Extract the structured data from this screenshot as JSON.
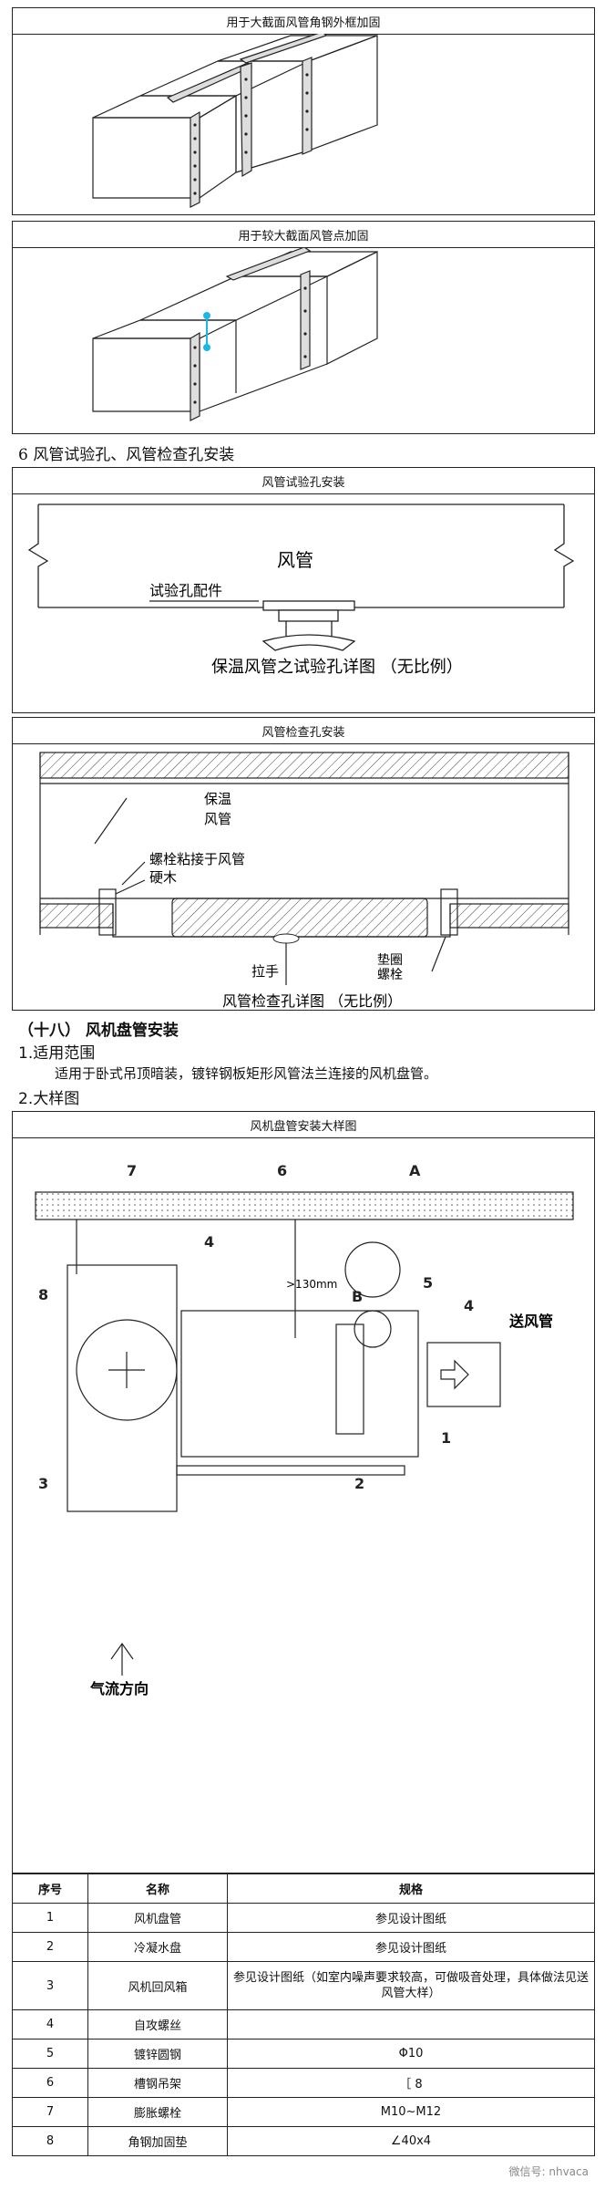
{
  "panel1": {
    "title": "用于大截面风管角钢外框加固"
  },
  "panel2": {
    "title": "用于较大截面风管点加固"
  },
  "section6": {
    "heading": "6 风管试验孔、风管检查孔安装"
  },
  "panel3": {
    "title": "风管试验孔安装",
    "duct_label": "风管",
    "fitting_label": "试验孔配件",
    "caption": "保温风管之试验孔详图  （无比例）"
  },
  "panel4": {
    "title": "风管检查孔安装",
    "insulation_label": "保温",
    "duct_label": "风管",
    "bolt_label": "螺栓粘接于风管",
    "hardwood_label": "硬木",
    "handle_label": "拉手",
    "gasket_label": "垫圈",
    "screw_label": "螺栓",
    "caption": "风管检查孔详图  （无比例）"
  },
  "section18": {
    "heading": "（十八）    风机盘管安装",
    "sub1": "1.适用范围",
    "body": "适用于卧式吊顶暗装，镀锌钢板矩形风管法兰连接的风机盘管。",
    "sub2": "2.大样图"
  },
  "panel5": {
    "title": "风机盘管安装大样图",
    "callouts": [
      "7",
      "6",
      "A",
      "4",
      "5",
      "B",
      "4",
      "8",
      "3",
      "1",
      "2"
    ],
    "dim_label": ">130mm",
    "supply_label": "送风管",
    "airflow_label": "气流方向"
  },
  "table": {
    "headers": [
      "序号",
      "名称",
      "规格"
    ],
    "rows": [
      [
        "1",
        "风机盘管",
        "参见设计图纸"
      ],
      [
        "2",
        "冷凝水盘",
        "参见设计图纸"
      ],
      [
        "3",
        "风机回风箱",
        "参见设计图纸（如室内噪声要求较高，可做吸音处理，具体做法见送风管大样）"
      ],
      [
        "4",
        "自攻螺丝",
        ""
      ],
      [
        "5",
        "镀锌圆钢",
        "Φ10"
      ],
      [
        "6",
        "槽钢吊架",
        "［ 8"
      ],
      [
        "7",
        "膨胀螺栓",
        "M10~M12"
      ],
      [
        "8",
        "角钢加固垫",
        "∠40x4"
      ]
    ]
  },
  "watermark": "微信号: nhvaca"
}
